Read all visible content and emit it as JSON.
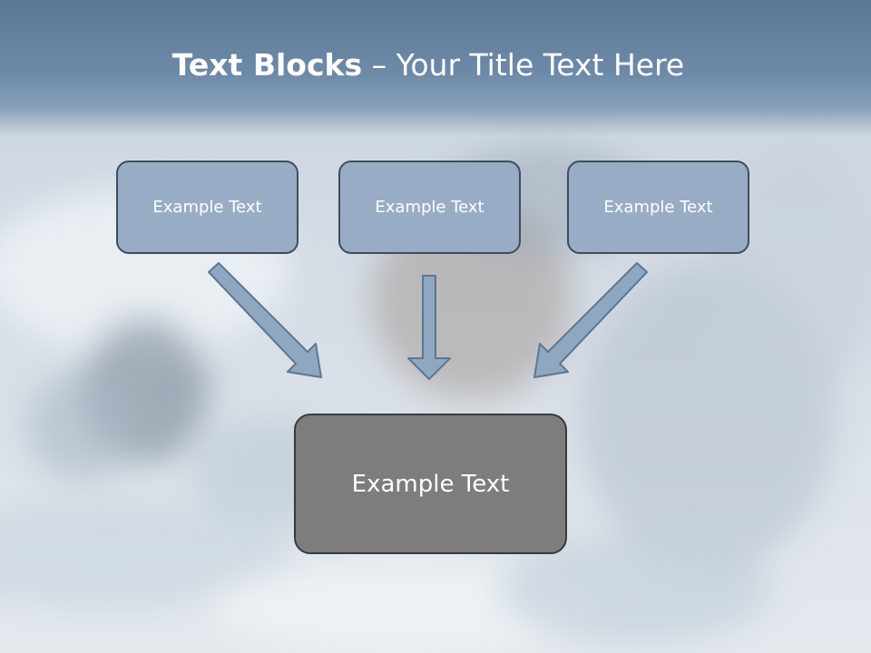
{
  "slide": {
    "title_bold": "Text Blocks",
    "title_rest": " – Your Title Text Here"
  },
  "blocks": [
    {
      "label": "Example Text"
    },
    {
      "label": "Example Text"
    },
    {
      "label": "Example Text"
    }
  ],
  "main_block": {
    "label": "Example Text"
  },
  "colors": {
    "title_band": "#5b7796",
    "box_fill": "#98adc5",
    "box_border": "#3d4d5e",
    "main_fill": "#7d7d7d",
    "arrow_fill": "#8fa8c2",
    "text": "#ffffff"
  }
}
